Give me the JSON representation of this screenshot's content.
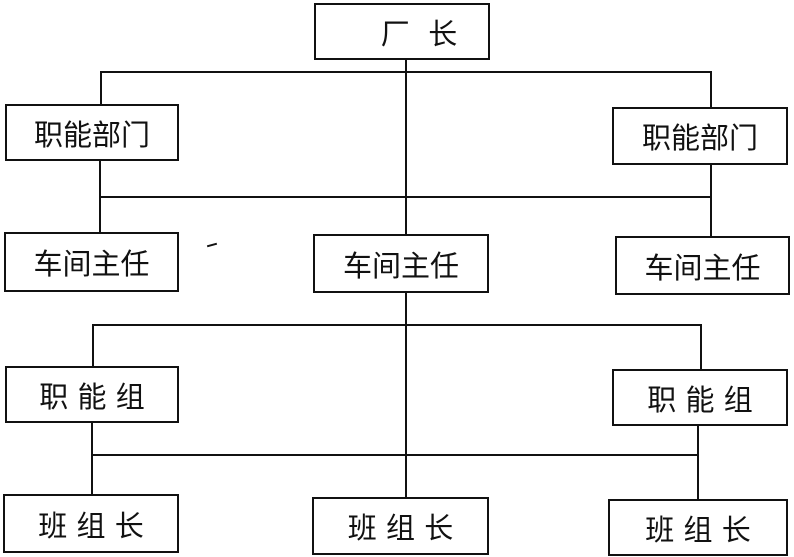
{
  "nodes": {
    "director": "厂  长",
    "func_dept_left": "职能部门",
    "func_dept_right": "职能部门",
    "workshop_left": "车间主任",
    "workshop_center": "车间主任",
    "workshop_right": "车间主任",
    "func_group_left": "职 能 组",
    "func_group_right": "职 能 组",
    "team_left": "班 组 长",
    "team_center": "班 组 长",
    "team_right": "班 组 长"
  }
}
